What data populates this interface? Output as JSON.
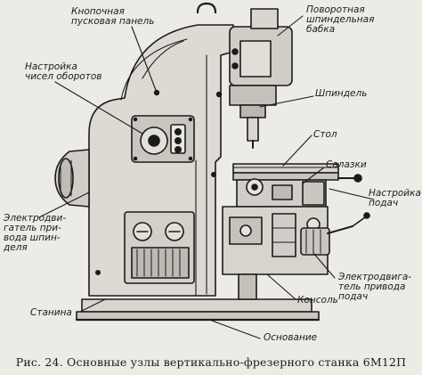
{
  "labels": {
    "push_button_panel": [
      "Кнопочная",
      "пусковая панель"
    ],
    "rotary_head": [
      "Поворотная",
      "шпиндельная",
      "бабка"
    ],
    "speed_setting": [
      "Настройка",
      "чисел оборотов"
    ],
    "spindle": "Шпиндель",
    "table": "Стол",
    "saddle": "Салазки",
    "feed_setting": [
      "Настройка",
      "подач"
    ],
    "spindle_motor": [
      "Электродви-",
      "гатель при-",
      "вода шпин-",
      "деля"
    ],
    "feed_motor": [
      "Электродвига-",
      "тель привода",
      "подач"
    ],
    "console": "Консоль",
    "column": "Станина",
    "base": "Основание"
  },
  "caption": "Рис. 24. Основные узлы вертикально-фрезерного станка 6М12П"
}
